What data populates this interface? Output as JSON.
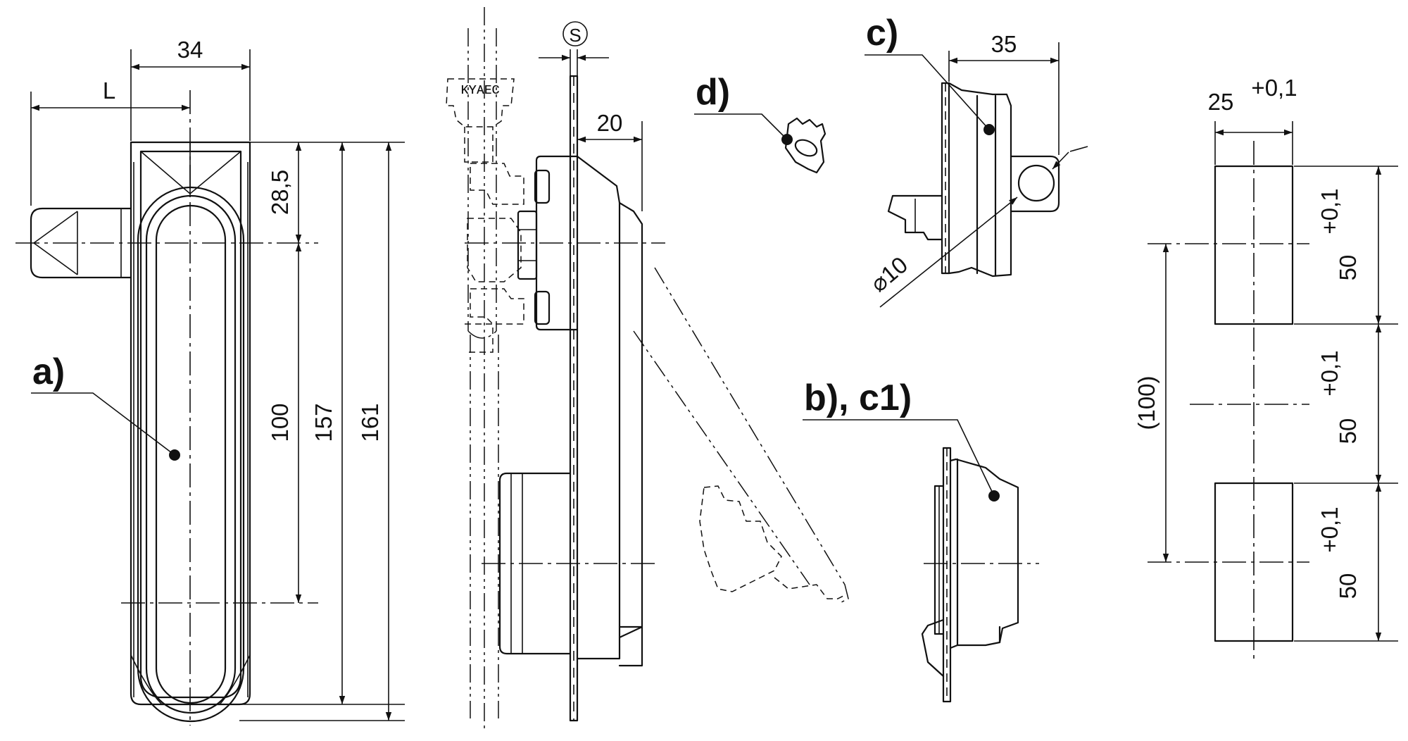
{
  "labels": {
    "a": "a)",
    "b_c1": "b), c1)",
    "c": "c)",
    "d": "d)"
  },
  "dimensions": {
    "width_34": "34",
    "L": "L",
    "d28_5": "28,5",
    "d100": "100",
    "d157": "157",
    "d161": "161",
    "s": "S",
    "d20": "20",
    "d35": "35",
    "phi10": "⌀10",
    "w25": "25",
    "w25_tol": "+0,1",
    "h50_1": "50",
    "h50_1_tol": "+0,1",
    "h50_2": "50",
    "h50_2_tol": "+0,1",
    "h50_3": "50",
    "h50_3_tol": "+0,1",
    "ref100": "(100)"
  }
}
